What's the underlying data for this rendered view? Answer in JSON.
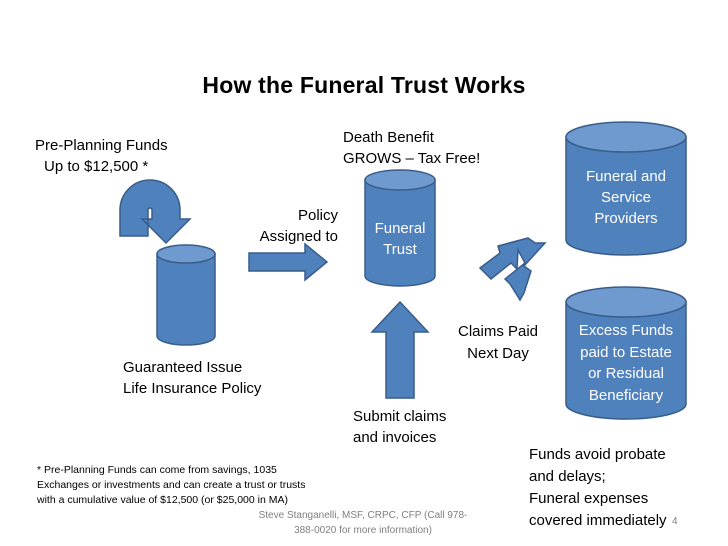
{
  "title": "How the Funeral Trust Works",
  "labels": {
    "preplanning_line1": "Pre-Planning Funds",
    "preplanning_line2": "Up to $12,500 *",
    "death_benefit_line1": "Death Benefit",
    "death_benefit_line2": "GROWS – Tax Free!",
    "policy_line1": "Policy",
    "policy_line2": "Assigned to",
    "guaranteed_line1": "Guaranteed Issue",
    "guaranteed_line2": "Life Insurance Policy",
    "submit_line1": "Submit claims",
    "submit_line2": "and invoices",
    "claims_line1": "Claims Paid",
    "claims_line2": "Next Day",
    "funds_avoid_line1": "Funds avoid probate",
    "funds_avoid_line2": "and delays;",
    "funds_avoid_line3": "Funeral expenses",
    "funds_avoid_line4": "covered immediately"
  },
  "cylinders": {
    "funeral_trust_line1": "Funeral",
    "funeral_trust_line2": "Trust",
    "providers_line1": "Funeral and",
    "providers_line2": "Service",
    "providers_line3": "Providers",
    "excess_line1": "Excess Funds",
    "excess_line2": "paid to Estate",
    "excess_line3": "or Residual",
    "excess_line4": "Beneficiary"
  },
  "footnote": {
    "line1": "* Pre-Planning Funds can come from savings, 1035",
    "line2": "Exchanges or investments and  can create a trust or trusts",
    "line3": "with a cumulative value of $12,500 (or $25,000 in MA)"
  },
  "footer": {
    "line1": "Steve Stanganelli, MSF, CRPC, CFP  (Call 978-",
    "line2": "388-0020 for more information)"
  },
  "slide_number": "4",
  "colors": {
    "fill": "#4f81bd",
    "stroke": "#385d8a"
  }
}
